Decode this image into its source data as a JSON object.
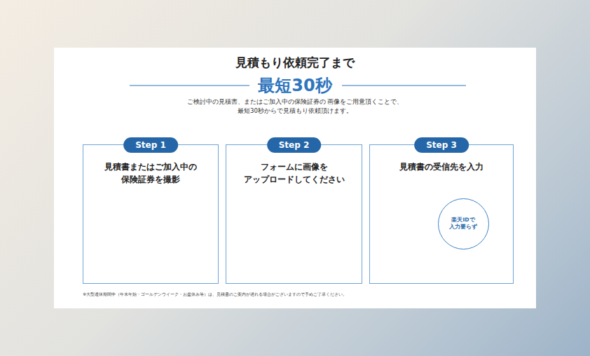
{
  "diagram": {
    "title": "見積もり依頼完了まで",
    "nodes": [
      {
        "text": [
          "Step 1",
          "見積書またはご加入中の 保険証券を撮影"
        ]
      },
      {
        "text": [
          "Step 2",
          "フォームに画像を アップロードしてください"
        ]
      },
      {
        "text": [
          "Step 3",
          "見積書の受信先を入力"
        ]
      },
      {
        "text": [
          "楽天IDで 入力要らず"
        ],
        "in": 2
      }
    ],
    "labels": [
      "最短30秒",
      "ご検討中の見積書、またはご加入中の保険証券の 画像をご用意頂くことで、最短30秒からで見積もり依頼頂けます。",
      "※大型連休期間中（年末年始・ゴールデンウイーク・お盆休み等）は、見積書のご案内が遅れる場合がございますので予めご了承ください。"
    ]
  }
}
